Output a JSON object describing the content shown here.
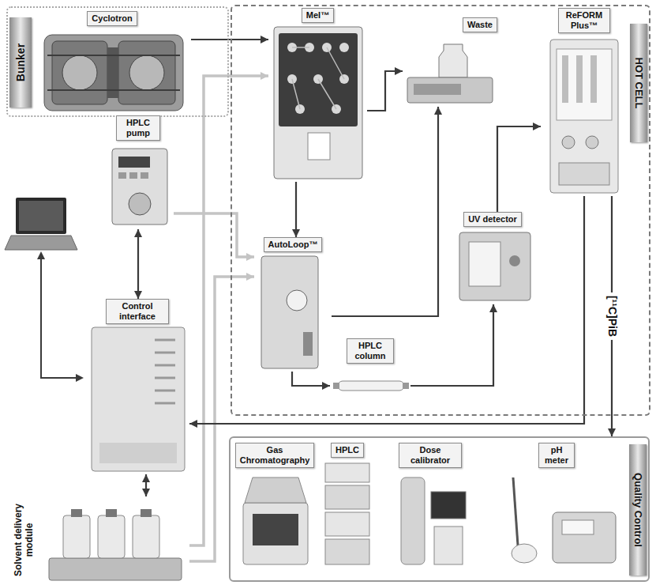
{
  "diagram": {
    "nodes": [
      {
        "text": [
          "Bunker"
        ]
      },
      {
        "text": [
          "Cyclotron"
        ],
        "in": 0
      },
      {
        "text": [
          "HOT CELL"
        ]
      },
      {
        "text": [
          "MeI™"
        ],
        "in": 2
      },
      {
        "text": [
          "Waste"
        ],
        "in": 2
      },
      {
        "text": [
          "ReFORM Plus™"
        ],
        "in": 2
      },
      {
        "text": [
          "HPLC pump"
        ]
      },
      {
        "text": [
          "AutoLoop™"
        ],
        "in": 2
      },
      {
        "text": [
          "UV detector"
        ],
        "in": 2
      },
      {
        "text": [
          "Control interface"
        ]
      },
      {
        "text": [
          "HPLC column"
        ],
        "in": 2
      },
      {
        "text": [
          "Solvent delivery module"
        ]
      },
      {
        "text": [
          "Quality Control"
        ]
      },
      {
        "text": [
          "Gas Chromatography"
        ],
        "in": 12
      },
      {
        "text": [
          "HPLC"
        ],
        "in": 12
      },
      {
        "text": [
          "Dose calibrator"
        ],
        "in": 12
      },
      {
        "text": [
          "pH meter"
        ],
        "in": 12
      }
    ],
    "edges": [
      {
        "from": 1,
        "to": 3,
        "arrow": "to"
      },
      {
        "from": 3,
        "to": 4,
        "arrow": "to"
      },
      {
        "from": 3,
        "to": 7,
        "arrow": "to"
      },
      {
        "from": 6,
        "to": 7,
        "arrow": "to"
      },
      {
        "from": 11,
        "to": 3,
        "arrow": "to"
      },
      {
        "from": 11,
        "to": 7,
        "arrow": "to"
      },
      {
        "from": 6,
        "to": 9,
        "arrow": "both"
      },
      {
        "from": 9,
        "to": 11,
        "arrow": "both"
      },
      {
        "from": 7,
        "to": 4,
        "arrow": "to"
      },
      {
        "from": 7,
        "to": 10,
        "arrow": "to"
      },
      {
        "from": 10,
        "to": 8,
        "arrow": "to"
      },
      {
        "from": 8,
        "to": 5,
        "arrow": "to"
      },
      {
        "from": 5,
        "to": 9,
        "arrow": "to"
      },
      {
        "from": 5,
        "to": 12,
        "label": "[¹¹C]PiB",
        "arrow": "to"
      }
    ]
  }
}
